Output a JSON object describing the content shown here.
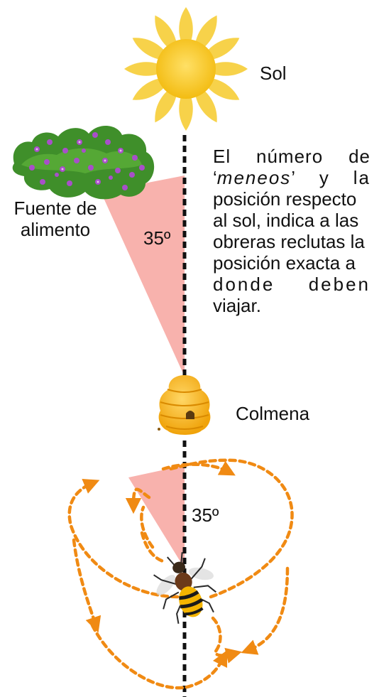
{
  "labels": {
    "sun": "Sol",
    "food_line1": "Fuente de",
    "food_line2": "alimento",
    "hive": "Colmena",
    "angle_top": "35º",
    "angle_bottom": "35º"
  },
  "description": {
    "line1": "El número de",
    "line2_open": "‘",
    "line2_word": "meneos",
    "line2_rest": "’ y la",
    "line3": "posición respecto",
    "line4": "al sol, indica a las",
    "line5": "obreras reclutas la",
    "line6": "posición exacta a",
    "line7": "donde deben",
    "line8": "viajar."
  },
  "angle_degrees": 35,
  "colors": {
    "sun_ray": "#f7d24a",
    "sun_core": "#f5c51c",
    "wedge": "#f7a4a0",
    "dance_path": "#f08a13",
    "axis_line": "#111111",
    "bush": "#3f8f2a",
    "flower": "#a84fc9",
    "hive": "#f6b21a",
    "bee": "#2a2a2a"
  }
}
